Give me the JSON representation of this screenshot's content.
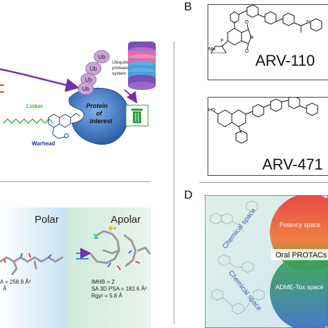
{
  "panel_a": {
    "ub_labels": [
      "Ub",
      "Ub",
      "Ub",
      "Ub"
    ],
    "ups_label": "Ubiquitin-\nproteasome\nsystem (UPS)",
    "poi_label": "Protein\nof\ninterest",
    "linker_label": "Linker",
    "warhead_label": "Warhead"
  },
  "panel_b": {
    "label": "B",
    "molecule1": "ARV-110",
    "molecule2": "ARV-471",
    "atom_F": "F",
    "atom_N": "N",
    "atom_O": "O",
    "atom_NH": "NH",
    "atom_HO": "HO"
  },
  "panel_c": {
    "polar_label": "Polar",
    "apolar_label": "Apolar",
    "left_stats": [
      "A = 258.9 Å²",
      "Å"
    ],
    "right_stats": [
      "IMHB = 2",
      "SA 3D PSA = 182.6 Å²",
      "Rgyr = 5.8 Å"
    ]
  },
  "panel_d": {
    "label": "D",
    "chem_space_1": "Chemical space",
    "chem_space_2": "Chemical space",
    "potency_label": "Potency space",
    "oral_label": "Oral PROTACs",
    "admet_label": "ADME-Tox space"
  },
  "colors": {
    "ub": "#c9a4d6",
    "poi": "#4a7fc8",
    "arrow": "#7b2fa6",
    "linker": "#3cb043",
    "warhead": "#2030a0",
    "bin": "#2e9e3a",
    "red": "#e8413a",
    "green": "#3aa845",
    "blue": "#3a6ec8",
    "polar_bg": "#d8ecf7",
    "apolar_bg": "#d9efe0"
  }
}
